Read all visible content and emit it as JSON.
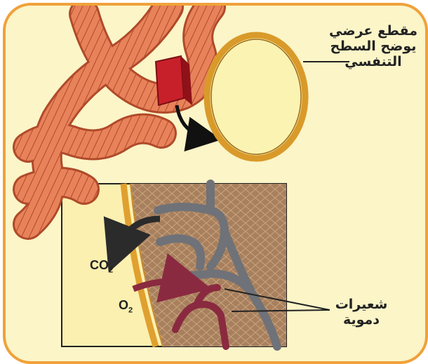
{
  "labels": {
    "cross_section": "مقطع عرضي يوضح السطح التنفسي",
    "capillaries": "شعيرات دموية",
    "co2_main": "CO",
    "co2_sub": "2",
    "o2_main": "O",
    "o2_sub": "2"
  },
  "colors": {
    "frame_border": "#f0a13a",
    "background": "#fbf5c8",
    "worm_body": "#e8825a",
    "worm_ring": "#b04a2a",
    "section_ring": "#d99a2a",
    "section_fill": "#fbf3b2",
    "marker_red": "#c8202a",
    "tissue": "#a8805e",
    "vessel_gray": "#6f7278",
    "vessel_red": "#8a2a40",
    "skin_orange": "#e0a030"
  },
  "icons": [
    "cutting-marker-icon",
    "curved-arrow-icon",
    "co2-out-arrow-icon",
    "o2-in-arrow-icon"
  ]
}
